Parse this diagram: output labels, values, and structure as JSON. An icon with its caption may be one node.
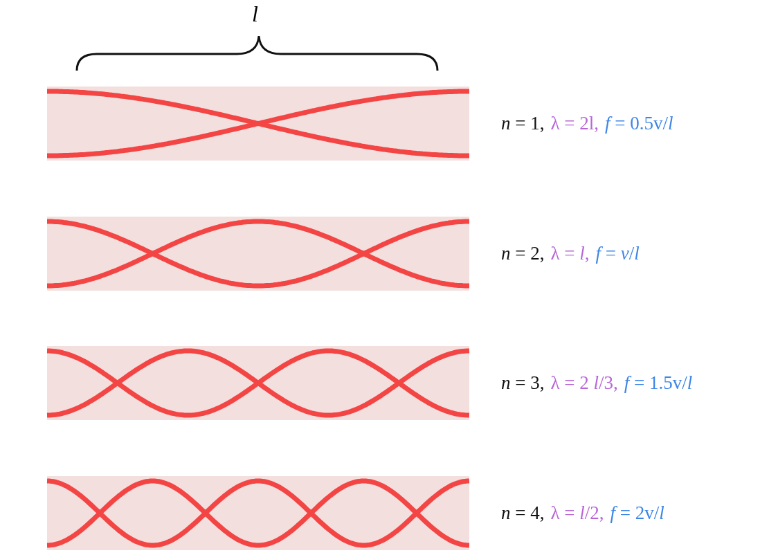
{
  "diagram": {
    "nodes": [
      {
        "text": [],
        "shape": "bar",
        "beside": [
          "*n* = 1,",
          "λ = 2l,",
          "*f* = 0.5v/*l*"
        ]
      },
      {
        "text": [],
        "shape": "bar",
        "beside": [
          "*n* = 2,",
          "λ = *l*,",
          "*f* = *v*/*l*"
        ]
      },
      {
        "text": [],
        "shape": "bar",
        "beside": [
          "*n* = 3,",
          "λ = 2 *l*/3,",
          "*f* = 1.5v/*l*"
        ]
      },
      {
        "text": [],
        "shape": "bar",
        "beside": [
          "*n* = 4,",
          "λ = *l*/2,",
          "*f* = 2v/*l*"
        ]
      }
    ],
    "labels": [
      "*l*"
    ]
  }
}
